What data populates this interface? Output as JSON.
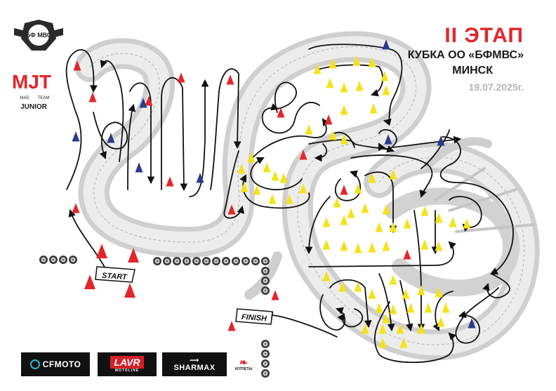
{
  "header": {
    "stage": "II ЭТАП",
    "cup": "КУБКА ОО «БФМВС»",
    "city": "МИНСК",
    "date": "19.07.2025г."
  },
  "logos": {
    "federation_text": "БФ МВС",
    "team_text": "MJT",
    "team_sub_left": "MAD",
    "team_sub_right": "TEAM",
    "team_junior": "JUNIOR"
  },
  "course": {
    "start_label": "START",
    "finish_label": "FINISH"
  },
  "sponsors": {
    "cfmoto": "CFMOTO",
    "lavr": "LAVR",
    "lavr_sub": "MOTOLINE",
    "sharmax": "SHARMAX",
    "kotl": "КОТЛЕТЫ"
  },
  "colors": {
    "red": "#e3262a",
    "blue": "#2b3a8c",
    "yellow": "#f5e21a",
    "track": "#111111",
    "dragon": "#d6d6d6"
  }
}
